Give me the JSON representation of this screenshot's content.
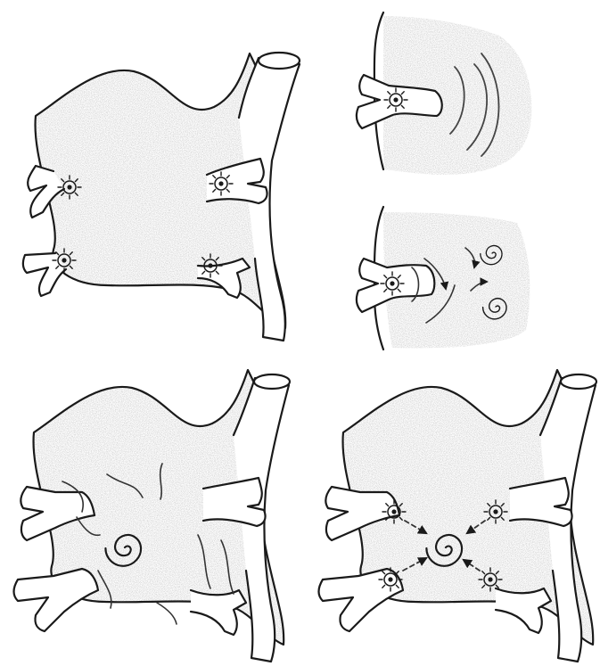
{
  "figure": {
    "panels": [
      {
        "id": "top-left",
        "foci_count": 4
      },
      {
        "id": "top-right-upper",
        "foci_count": 1
      },
      {
        "id": "top-right-lower",
        "foci_count": 1
      },
      {
        "id": "bottom-left",
        "foci_count": 0
      },
      {
        "id": "bottom-right",
        "foci_count": 4
      }
    ],
    "colors": {
      "tissue_fill": "#cfcfcf",
      "outline": "#1a1a1a",
      "background": "#ffffff"
    },
    "icons": [
      "firing-focus-icon",
      "rotor-spiral-icon",
      "wave-arc-icon",
      "arrow-icon"
    ]
  }
}
